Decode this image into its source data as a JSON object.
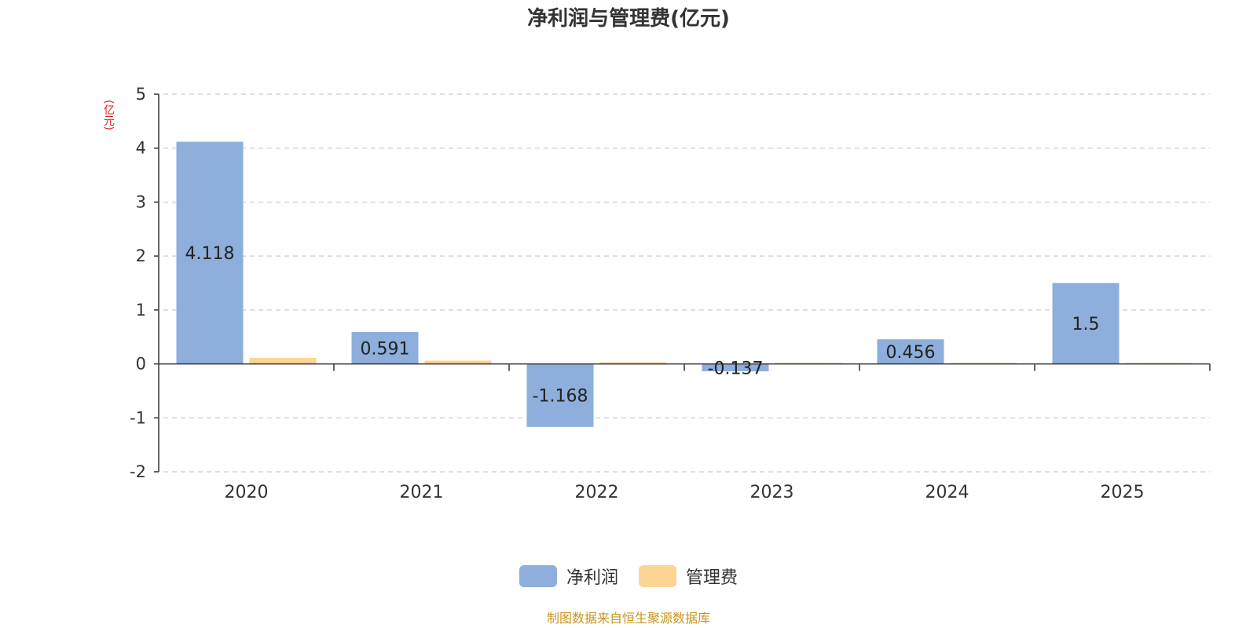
{
  "chart_data": {
    "type": "bar",
    "title": "净利润与管理费(亿元)",
    "y_unit_label": "(亿元)",
    "categories": [
      "2020",
      "2021",
      "2022",
      "2023",
      "2024",
      "2025"
    ],
    "series": [
      {
        "name": "净利润",
        "color": "#8eaedb",
        "values": [
          4.118,
          0.591,
          -1.168,
          -0.137,
          0.456,
          1.5
        ],
        "data_labels": [
          "4.118",
          "0.591",
          "-1.168",
          "-0.137",
          "0.456",
          "1.5"
        ]
      },
      {
        "name": "管理费",
        "color": "#fcd594",
        "values": [
          0.11,
          0.06,
          0.03,
          0.02,
          0.02,
          0.02
        ]
      }
    ],
    "ylim": [
      -2,
      5
    ],
    "y_ticks": [
      "-2",
      "-1",
      "0",
      "1",
      "2",
      "3",
      "4",
      "5"
    ],
    "grid": true,
    "legend_position": "bottom"
  },
  "source_note": "制图数据来自恒生聚源数据库"
}
